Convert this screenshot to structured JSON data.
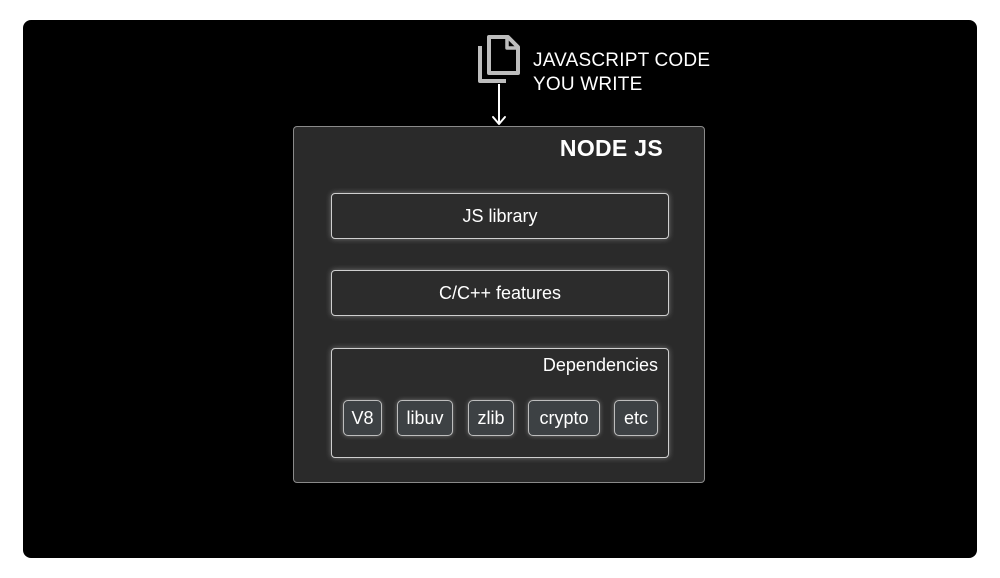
{
  "input": {
    "icon": "documents-icon",
    "label_line1": "JAVASCRIPT CODE",
    "label_line2": "YOU WRITE"
  },
  "node": {
    "title": "NODE JS",
    "layers": {
      "js_library": "JS library",
      "c_features": "C/C++ features"
    },
    "dependencies": {
      "title": "Dependencies",
      "items": [
        "V8",
        "libuv",
        "zlib",
        "crypto",
        "etc"
      ]
    }
  },
  "colors": {
    "background": "#000000",
    "box_fill": "#2a2a2a",
    "chip_fill": "#3d4144",
    "text": "#ffffff",
    "border": "#cfcfcf"
  }
}
